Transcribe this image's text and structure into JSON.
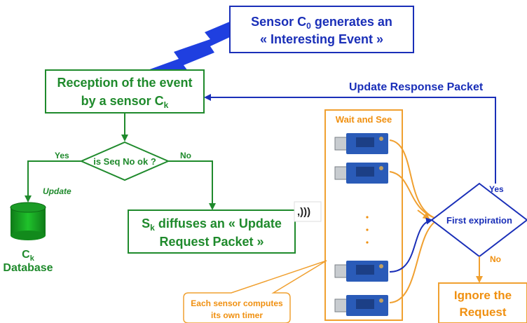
{
  "colors": {
    "blue": "#1a2fb8",
    "green": "#1f8a2c",
    "orange": "#f0a030",
    "orange_text": "#f09010",
    "board": "#1c3f86"
  },
  "sensor_box": {
    "line1": "Sensor C",
    "line1_sub": "0",
    "line1_rest": " generates an",
    "line2": "« Interesting Event »"
  },
  "reception_box": {
    "line1": "Reception of the event",
    "line2": "by a sensor C",
    "line2_sub": "k"
  },
  "update_response_label": "Update Response Packet",
  "decision": {
    "label": "is Seq No ok ?",
    "yes": "Yes",
    "no": "No",
    "update": "Update"
  },
  "database": {
    "label": "C",
    "label_sub": "k",
    "label2": "Database"
  },
  "diffuse_box": {
    "line1_pre": "S",
    "line1_sub": "k",
    "line1_rest": " diffuses an « Update",
    "line2": "Request Packet »"
  },
  "signal_icon_text": ",)))",
  "wait_box": {
    "title": "Wait and See",
    "dots": ".\n.\n."
  },
  "first_expiration": {
    "label": "First expiration",
    "yes": "Yes",
    "no": "No"
  },
  "ignore_box": {
    "line1": "Ignore the",
    "line2": "Request"
  },
  "timer_note": {
    "line1": "Each sensor computes",
    "line2": "its own timer"
  }
}
